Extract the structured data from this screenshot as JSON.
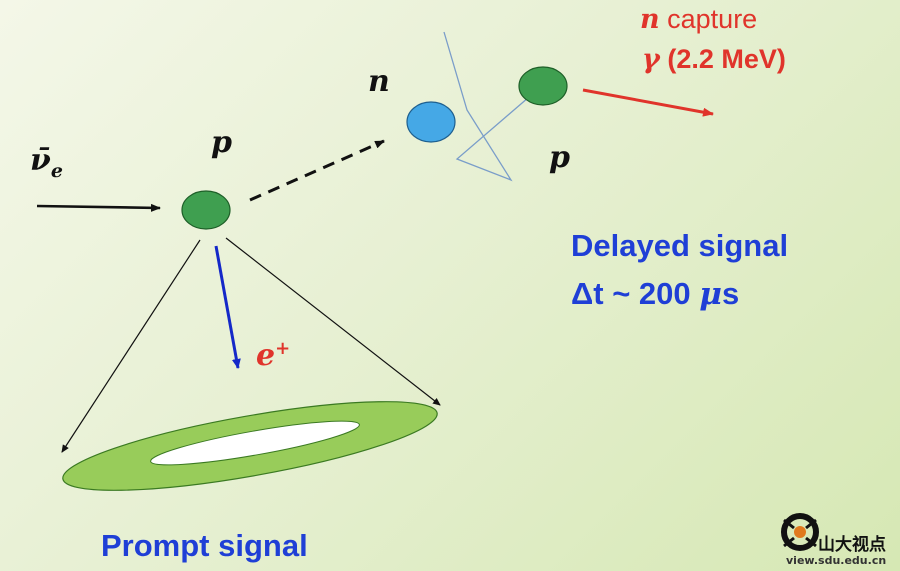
{
  "labels": {
    "nu": "ν̄",
    "nu_sub": "e",
    "p1": "p",
    "n": "n",
    "p2": "p",
    "positron": "e",
    "positron_sup": "+",
    "capture_n": "n",
    "capture_text": " capture",
    "gamma": "γ",
    "gamma_text": " (2.2 MeV)",
    "delayed_line1": "Delayed signal",
    "delayed_dt": "Δt ~ 200 ",
    "delayed_mu": "μ",
    "delayed_unit": "s",
    "prompt": "Prompt signal"
  },
  "watermark": {
    "chinese": "山大视点",
    "url": "view.sdu.edu.cn"
  },
  "colors": {
    "proton": "#3f9f50",
    "neutron": "#45a8e6",
    "ring": "#98cc5a",
    "positron_arrow": "#1428c8",
    "gamma_arrow": "#e0342b",
    "delayed_text": "#1f3fd6",
    "prompt_text": "#1f3fd6",
    "scatter_lines": "#7a9dc9"
  }
}
